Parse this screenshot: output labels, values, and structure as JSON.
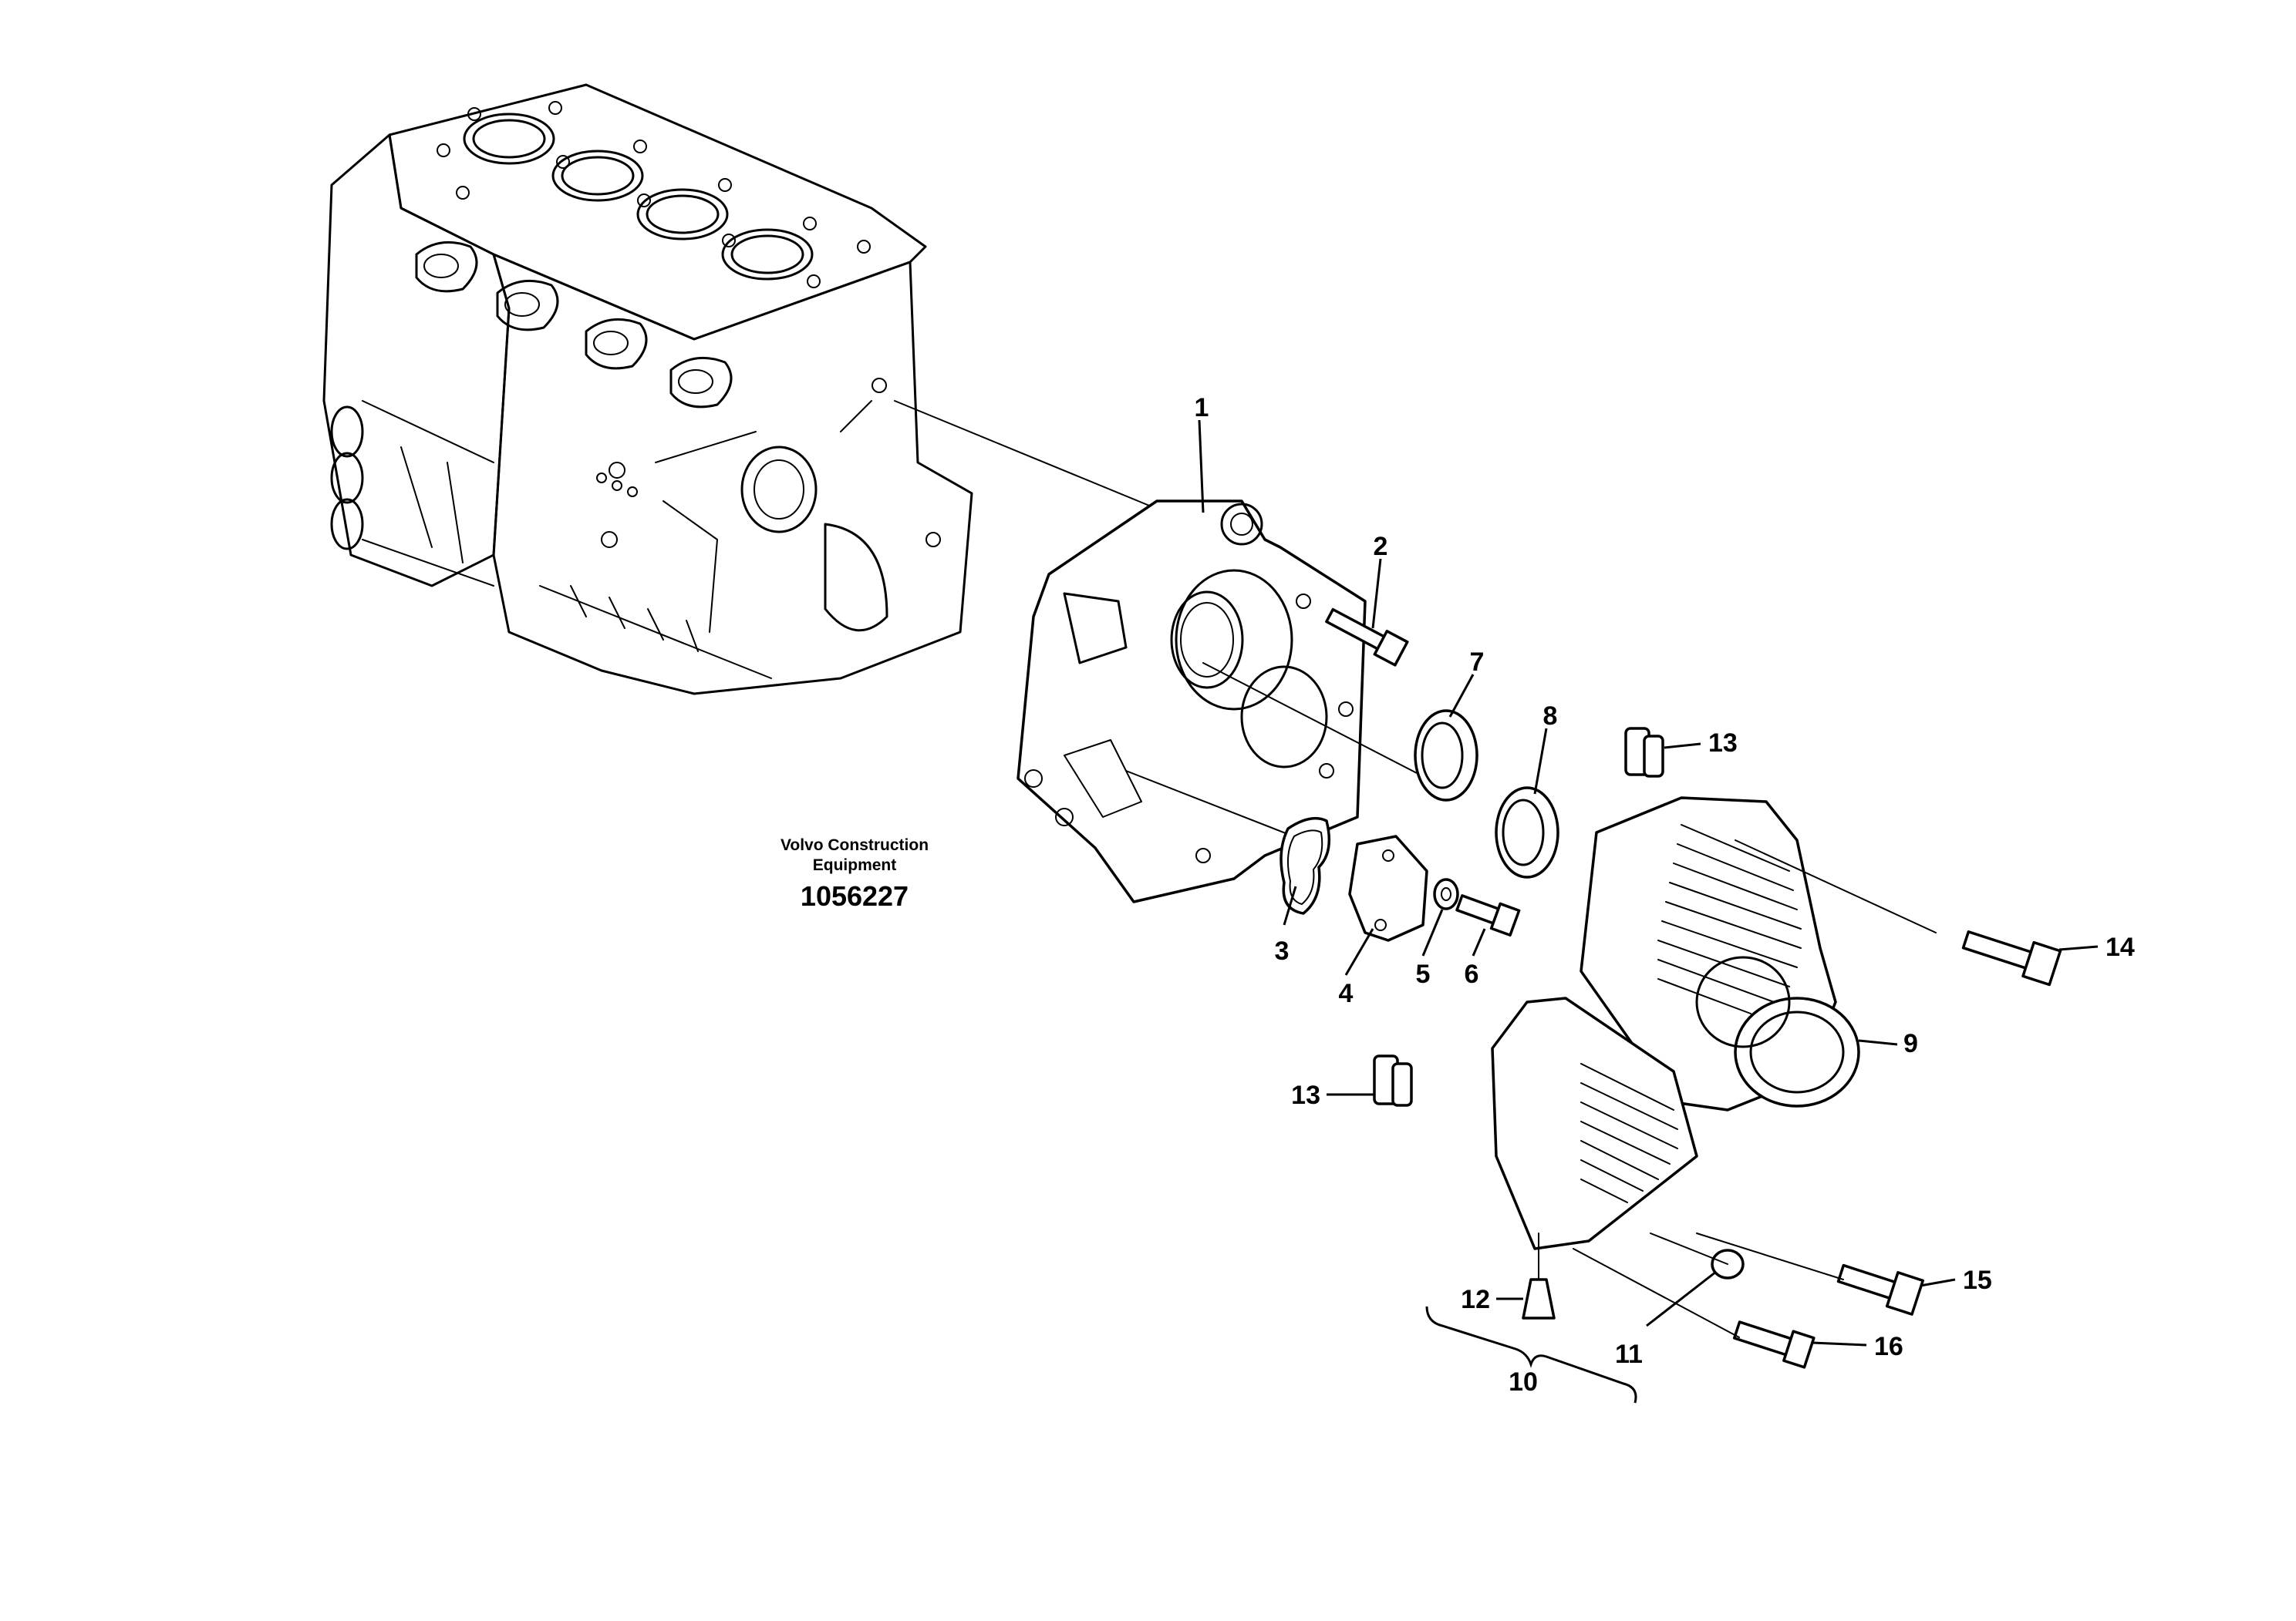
{
  "watermark": {
    "line1": "Volvo Construction",
    "line2": "Equipment",
    "drawing_number": "1056227"
  },
  "callouts": {
    "c1": "1",
    "c2": "2",
    "c3": "3",
    "c4": "4",
    "c5": "5",
    "c6": "6",
    "c7": "7",
    "c8": "8",
    "c9": "9",
    "c10": "10",
    "c11": "11",
    "c12": "12",
    "c13a": "13",
    "c13b": "13",
    "c14": "14",
    "c15": "15",
    "c16": "16"
  }
}
